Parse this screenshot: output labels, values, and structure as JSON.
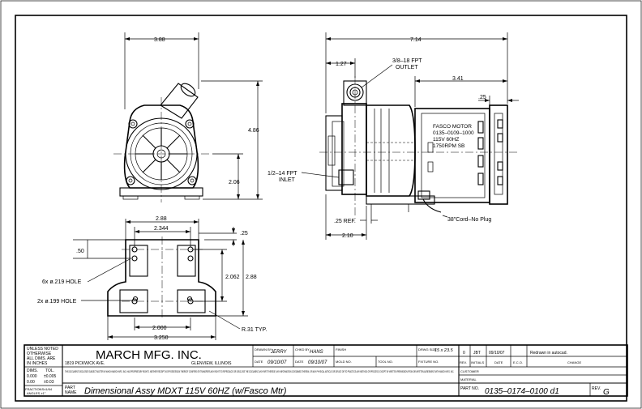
{
  "front_view": {
    "width_top": "3.88",
    "height_overall": "4.86",
    "shaft_height": "2.06"
  },
  "base_view": {
    "outer_width": "2.88",
    "hole_span_top": "2.344",
    "offset_right": ".25",
    "offset_left": ".50",
    "hole_span_vertical": "2.062",
    "outer_depth": "2.88",
    "hole_span_bottom": "2.000",
    "overall_bottom": "3.250",
    "callout_large_holes": "6x ø.219 HOLE",
    "callout_small_holes": "2x ø.199 HOLE",
    "callout_radius": "R.31 TYP."
  },
  "side_view": {
    "overall_length": "7.14",
    "outlet_offset": "1.27",
    "outlet_label_line1": "3/8–18 FPT",
    "outlet_label_line2": "OUTLET",
    "motor_length": "3.41",
    "fin_offset": ".25",
    "inlet_label_line1": "1/2–14 FPT",
    "inlet_label_line2": "INLET",
    "ref_label": ".25 REF.",
    "base_offset": "2.10",
    "cord_label": "38\"Cord–No Plug",
    "motor_label": [
      "FASCO MOTOR",
      "0135–0109–1000",
      "115V 60HZ",
      "1750RPM SB"
    ]
  },
  "title_block": {
    "unless_noted": [
      "UNLESS NOTED",
      "OTHERWISE",
      "ALL DIMS. ARE",
      "IN INCHES"
    ],
    "dims_header": "DIMS.",
    "tol_header": "TOL.",
    "tol_rows": [
      [
        "0.000",
        "±0.005"
      ],
      [
        "0.00",
        "±0.03"
      ]
    ],
    "fractions": "FRACTIONS±1/64",
    "angles": "ANGLES  ±1°",
    "company": "MARCH MFG. INC.",
    "address": "1819 PICKWICK AVE.",
    "city": "GLENVIEW, ILLINOIS",
    "drawn_label": "DRAWN BY",
    "drawn_by": "JERRY",
    "chkd_label": "CHKD BY",
    "chkd_by": "HANS",
    "finish_label": "FINISH",
    "drwg_size_label": "DRWG SIZE",
    "drwg_size": "15 x 23.5",
    "date_label": "DATE",
    "date_drawn": "09/10/07",
    "date_chkd": "09/10/07",
    "mold_label": "MOLD NO.",
    "tool_label": "TOOL NO.",
    "fixture_label": "FIXTURE NO.",
    "notice": "THIS DOCUMENT DISCLOSES SUBJECT MATTER IN WHICH MARCH MFG. INC. HAS PROPRIETARY RIGHTS. NEITHER RECEIPT NOR POSSESSION THEREOF CONFERS OR TRANSFERS ANY RIGHT TO REPRODUCE OR DISCLOSE THE DOCUMENT, ANY PART THEREOF, ANY INFORMATION CONTAINED THEREIN, OR ANY PHYSICAL ARTICLE OR DEVICE OR TO PRACTICE ANY METHOD OR PROCESS, EXCEPT BY WRITTEN PERMISSION FROM OR WRITTEN AGREEMENT WITH MARCH MFG. INC.",
    "part_label": "PART",
    "name_label": "NAME",
    "part_name": "Dimensional Assy MDXT 115V 60HZ (w/Fasco Mtr)",
    "part_no_label": "PART NO.",
    "part_no": "0135–0174–0100 d1",
    "rev_label": "REV.",
    "rev": "G",
    "rev_table": {
      "row": [
        "0",
        "JBT",
        "09/10/07",
        "",
        "Redrawn in autocad."
      ],
      "headers": [
        "REV.",
        "INITIALS",
        "DATE",
        "E.C.O.",
        "CHANGE"
      ]
    },
    "customer_label": "CUSTOMER",
    "material_label": "MATERIAL"
  }
}
